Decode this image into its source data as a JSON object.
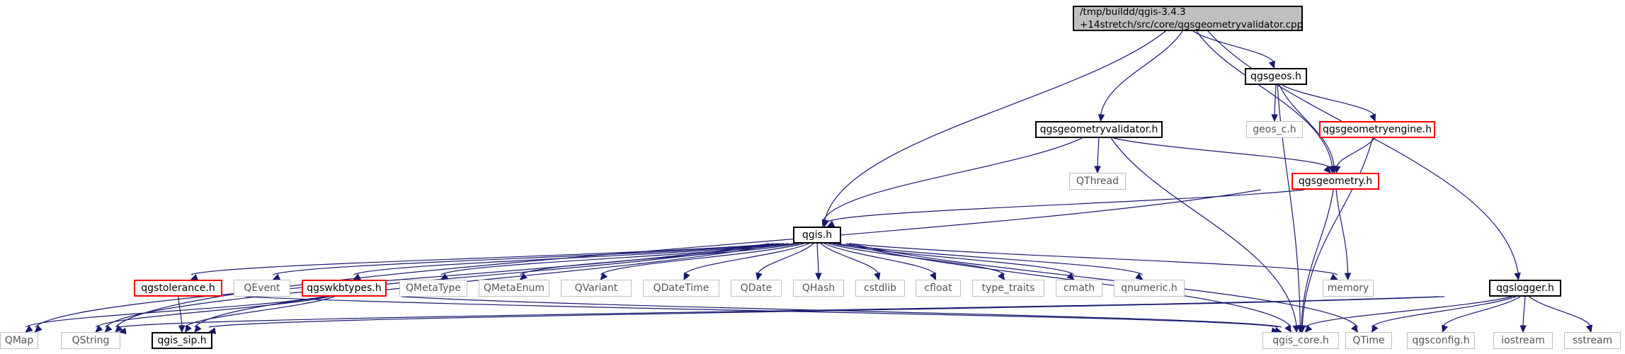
{
  "colors": {
    "edge": "#191970",
    "root_fill": "#bfbfbf",
    "gray_border": "#bfbfbf",
    "red_border": "#ff0000",
    "black_border": "#000000"
  },
  "nodes": [
    {
      "id": "root",
      "lines": [
        "/tmp/buildd/qgis-3.4.3",
        "+14stretch/src/core/qgsgeometryvalidator.cpp"
      ],
      "style": "root"
    },
    {
      "id": "qgsgeos",
      "label": "qgsgeos.h",
      "style": "black"
    },
    {
      "id": "qgsgeometryvalidator",
      "label": "qgsgeometryvalidator.h",
      "style": "black"
    },
    {
      "id": "geos_c",
      "label": "geos_c.h",
      "style": "gray"
    },
    {
      "id": "qgsgeometryengine",
      "label": "qgsgeometryengine.h",
      "style": "red"
    },
    {
      "id": "qthread",
      "label": "QThread",
      "style": "gray"
    },
    {
      "id": "qgsgeometry",
      "label": "qgsgeometry.h",
      "style": "red"
    },
    {
      "id": "qgis",
      "label": "qgis.h",
      "style": "black"
    },
    {
      "id": "qgstolerance",
      "label": "qgstolerance.h",
      "style": "red"
    },
    {
      "id": "qevent",
      "label": "QEvent",
      "style": "gray"
    },
    {
      "id": "qgswkbtypes",
      "label": "qgswkbtypes.h",
      "style": "red"
    },
    {
      "id": "qmetatype",
      "label": "QMetaType",
      "style": "gray"
    },
    {
      "id": "qmetaenum",
      "label": "QMetaEnum",
      "style": "gray"
    },
    {
      "id": "qvariant",
      "label": "QVariant",
      "style": "gray"
    },
    {
      "id": "qdatetime",
      "label": "QDateTime",
      "style": "gray"
    },
    {
      "id": "qdate",
      "label": "QDate",
      "style": "gray"
    },
    {
      "id": "qhash",
      "label": "QHash",
      "style": "gray"
    },
    {
      "id": "cstdlib",
      "label": "cstdlib",
      "style": "gray"
    },
    {
      "id": "cfloat",
      "label": "cfloat",
      "style": "gray"
    },
    {
      "id": "type_traits",
      "label": "type_traits",
      "style": "gray"
    },
    {
      "id": "cmath",
      "label": "cmath",
      "style": "gray"
    },
    {
      "id": "qnumeric",
      "label": "qnumeric.h",
      "style": "gray"
    },
    {
      "id": "memory",
      "label": "memory",
      "style": "gray"
    },
    {
      "id": "qgslogger",
      "label": "qgslogger.h",
      "style": "black"
    },
    {
      "id": "qmap",
      "label": "QMap",
      "style": "gray"
    },
    {
      "id": "qstring",
      "label": "QString",
      "style": "gray"
    },
    {
      "id": "qgis_sip",
      "label": "qgis_sip.h",
      "style": "black"
    },
    {
      "id": "qgis_core",
      "label": "qgis_core.h",
      "style": "gray"
    },
    {
      "id": "qtime",
      "label": "QTime",
      "style": "gray"
    },
    {
      "id": "qgsconfig",
      "label": "qgsconfig.h",
      "style": "gray"
    },
    {
      "id": "iostream",
      "label": "iostream",
      "style": "gray"
    },
    {
      "id": "sstream",
      "label": "sstream",
      "style": "gray"
    }
  ],
  "edges": [
    [
      "root",
      "qgsgeos"
    ],
    [
      "root",
      "qgsgeometryvalidator"
    ],
    [
      "root",
      "qgsgeometry"
    ],
    [
      "root",
      "qgis"
    ],
    [
      "root",
      "qgslogger"
    ],
    [
      "qgsgeos",
      "geos_c"
    ],
    [
      "qgsgeos",
      "qgsgeometryengine"
    ],
    [
      "qgsgeos",
      "qgsgeometry"
    ],
    [
      "qgsgeos",
      "qgis_core"
    ],
    [
      "qgsgeometryvalidator",
      "qthread"
    ],
    [
      "qgsgeometryvalidator",
      "qgsgeometry"
    ],
    [
      "qgsgeometryvalidator",
      "qgis"
    ],
    [
      "qgsgeometryvalidator",
      "qgis_core"
    ],
    [
      "qgsgeometryengine",
      "qgsgeometry"
    ],
    [
      "qgsgeometryengine",
      "qgis_core"
    ],
    [
      "qgsgeometry",
      "qgis"
    ],
    [
      "qgsgeometry",
      "memory"
    ],
    [
      "qgsgeometry",
      "qgis_core"
    ],
    [
      "qgsgeometry",
      "qstring"
    ],
    [
      "qgis",
      "qgstolerance"
    ],
    [
      "qgis",
      "qevent"
    ],
    [
      "qgis",
      "qgswkbtypes"
    ],
    [
      "qgis",
      "qmetatype"
    ],
    [
      "qgis",
      "qmetaenum"
    ],
    [
      "qgis",
      "qvariant"
    ],
    [
      "qgis",
      "qdatetime"
    ],
    [
      "qgis",
      "qdate"
    ],
    [
      "qgis",
      "qhash"
    ],
    [
      "qgis",
      "cstdlib"
    ],
    [
      "qgis",
      "cfloat"
    ],
    [
      "qgis",
      "type_traits"
    ],
    [
      "qgis",
      "cmath"
    ],
    [
      "qgis",
      "qnumeric"
    ],
    [
      "qgis",
      "memory"
    ],
    [
      "qgis",
      "qmap"
    ],
    [
      "qgis",
      "qstring"
    ],
    [
      "qgis",
      "qgis_sip"
    ],
    [
      "qgis",
      "qgis_core"
    ],
    [
      "qgis",
      "qtime"
    ],
    [
      "qgstolerance",
      "qgis_sip"
    ],
    [
      "qgstolerance",
      "qgis_core"
    ],
    [
      "qgswkbtypes",
      "qmap"
    ],
    [
      "qgswkbtypes",
      "qstring"
    ],
    [
      "qgswkbtypes",
      "qgis_sip"
    ],
    [
      "qgswkbtypes",
      "qgis_core"
    ],
    [
      "qgslogger",
      "qgis_core"
    ],
    [
      "qgslogger",
      "qtime"
    ],
    [
      "qgslogger",
      "qgsconfig"
    ],
    [
      "qgslogger",
      "iostream"
    ],
    [
      "qgslogger",
      "sstream"
    ],
    [
      "qgslogger",
      "qstring"
    ],
    [
      "qgslogger",
      "qgis_sip"
    ]
  ]
}
